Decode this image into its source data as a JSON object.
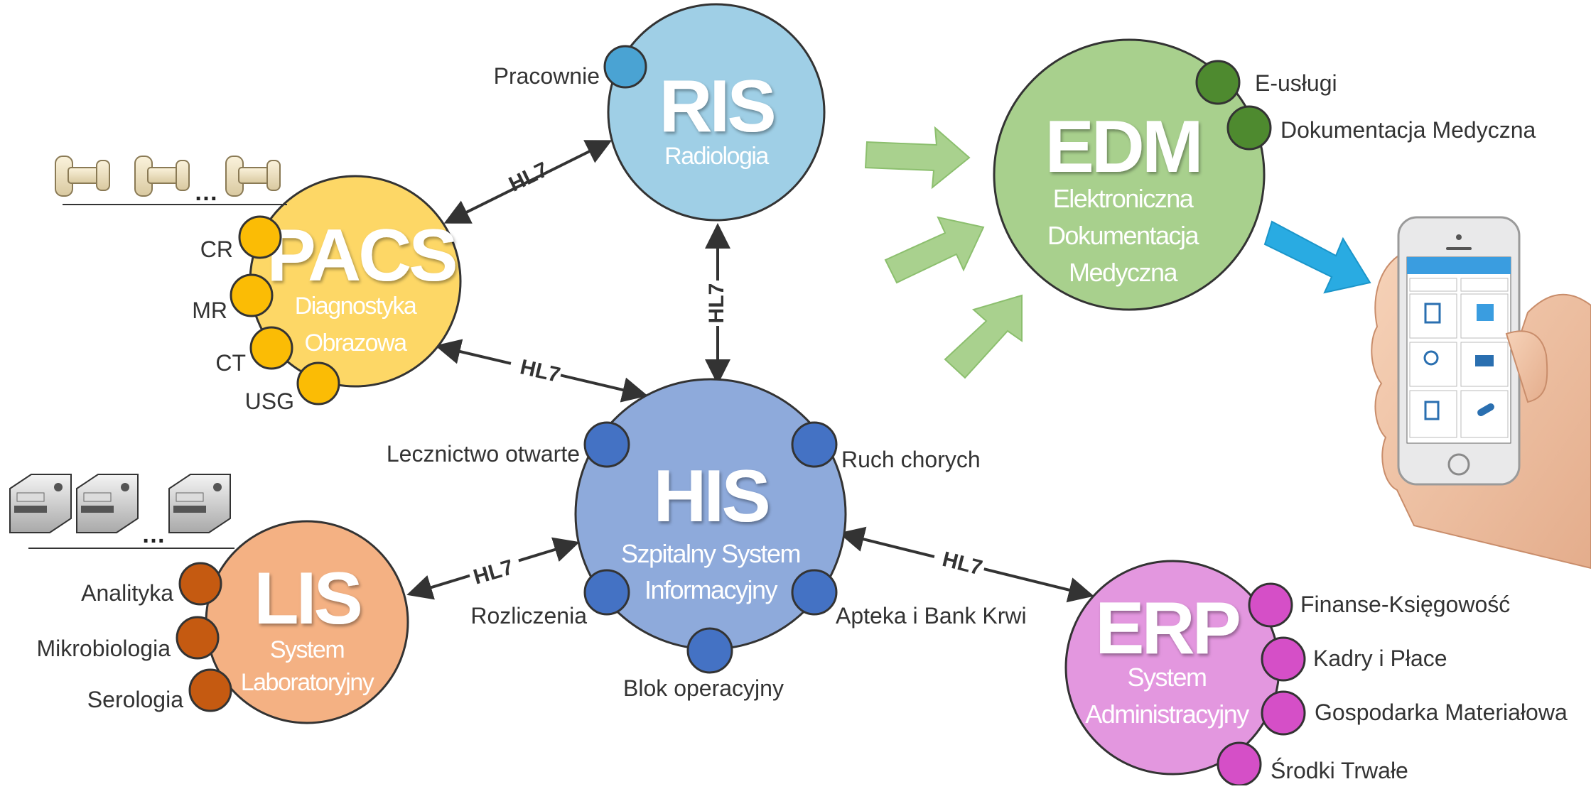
{
  "colors": {
    "ris": "#9fcfe6",
    "ris_dot": "#4aa3d3",
    "edm": "#a8d08d",
    "edm_dot": "#4e8a2f",
    "pacs": "#fdd766",
    "pacs_dot": "#fbbc05",
    "his": "#8eaadb",
    "his_dot": "#4472c4",
    "lis": "#f4b183",
    "lis_dot": "#c55a11",
    "erp": "#e397df",
    "erp_dot": "#d54fc7",
    "arrow_green": "#a9d18e",
    "arrow_blue": "#29abe2",
    "connector": "#333333"
  },
  "nodes": {
    "ris": {
      "acronym": "RIS",
      "subtitle": [
        "Radiologia"
      ]
    },
    "edm": {
      "acronym": "EDM",
      "subtitle": [
        "Elektroniczna",
        "Dokumentacja",
        "Medyczna"
      ]
    },
    "pacs": {
      "acronym": "PACS",
      "subtitle": [
        "Diagnostyka",
        "Obrazowa"
      ]
    },
    "his": {
      "acronym": "HIS",
      "subtitle": [
        "Szpitalny System",
        "Informacyjny"
      ]
    },
    "lis": {
      "acronym": "LIS",
      "subtitle": [
        "System",
        "Laboratoryjny"
      ]
    },
    "erp": {
      "acronym": "ERP",
      "subtitle": [
        "System",
        "Administracyjny"
      ]
    }
  },
  "modules": {
    "ris": [
      "Pracownie"
    ],
    "edm": [
      "E-usługi",
      "Dokumentacja Medyczna"
    ],
    "pacs": [
      "CR",
      "MR",
      "CT",
      "USG"
    ],
    "his": [
      "Lecznictwo otwarte",
      "Ruch chorych",
      "Rozliczenia",
      "Apteka i Bank Krwi",
      "Blok operacyjny"
    ],
    "lis": [
      "Analityka",
      "Mikrobiologia",
      "Serologia"
    ],
    "erp": [
      "Finanse-Księgowość",
      "Kadry i Płace",
      "Gospodarka Materiałowa",
      "Środki Trwałe"
    ]
  },
  "connections": [
    {
      "from": "pacs",
      "to": "ris",
      "label": "HL7"
    },
    {
      "from": "ris",
      "to": "his",
      "label": "HL7"
    },
    {
      "from": "pacs",
      "to": "his",
      "label": "HL7"
    },
    {
      "from": "lis",
      "to": "his",
      "label": "HL7"
    },
    {
      "from": "his",
      "to": "erp",
      "label": "HL7"
    }
  ],
  "ellipsis": "…",
  "device_icons": {
    "imaging": "imaging-device-icon",
    "lab": "lab-analyzer-icon",
    "phone": "smartphone-in-hand-icon"
  }
}
